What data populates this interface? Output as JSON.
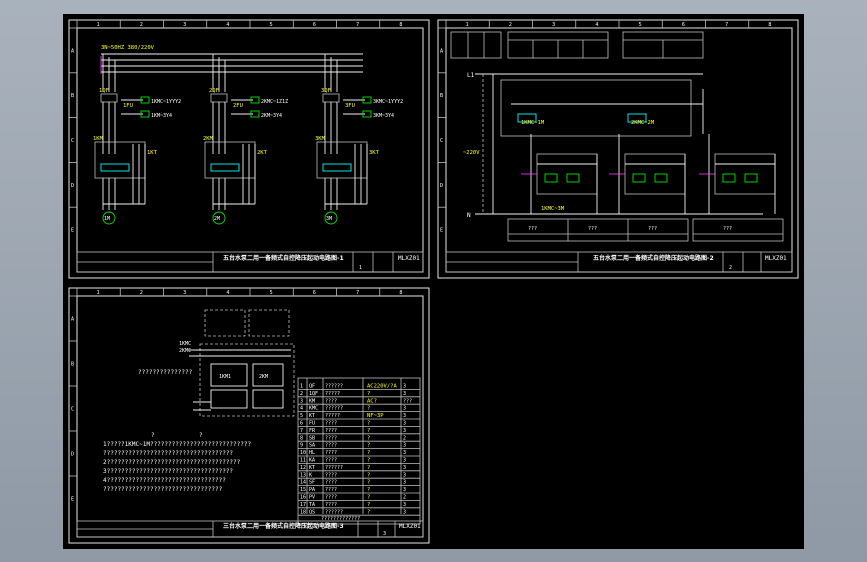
{
  "sheets": [
    {
      "id": "sheet-1",
      "title": "五台水泵二用一备频式自控降压起动电路图-1",
      "drawing_no": "MLXZ01",
      "page": "1",
      "supply_label": "3N~50HZ 380/220V",
      "zone_letters": [
        "A",
        "B",
        "C",
        "D",
        "E"
      ],
      "col_numbers": [
        "1",
        "2",
        "3",
        "4",
        "5",
        "6",
        "7",
        "8"
      ],
      "units": [
        {
          "qf": "1QF",
          "fuse": "1FU",
          "relay1": "1KMC~1YYY2",
          "relay2": "1KM~3Y4",
          "km": "1KM",
          "kt": "1KT",
          "motor": "1M"
        },
        {
          "qf": "2QF",
          "fuse": "2FU",
          "relay1": "2KMC~1Z1Z",
          "relay2": "2KM~3Y4",
          "km": "2KM",
          "kt": "2KT",
          "motor": "2M"
        },
        {
          "qf": "3QF",
          "fuse": "3FU",
          "relay1": "3KMC~1YYY2",
          "relay2": "3KM~3Y4",
          "km": "3KM",
          "kt": "3KT",
          "motor": "3M"
        }
      ]
    },
    {
      "id": "sheet-2",
      "title": "五台水泵二用一备频式自控降压起动电路图-2",
      "drawing_no": "MLXZ01",
      "page": "2",
      "voltage_label": "~220V",
      "line_label": "L1",
      "neutral_label": "N",
      "relay_labels": [
        "1KMC~1M",
        "2KMC~2M",
        "1KMC~3M"
      ],
      "footer_row": [
        "???",
        "???",
        "???",
        "???"
      ]
    },
    {
      "id": "sheet-3",
      "title": "三台水泵二用一备频式自控降压起动电路图-3",
      "drawing_no": "MLXZ01",
      "page": "3",
      "labels": [
        "1KMC",
        "2KMC",
        "1KM1",
        "2KM"
      ],
      "notes_heading_1": "?",
      "notes_heading_2": "?",
      "note_lines": [
        "1?????1KMC~1M????????????????????????????",
        "  ????????????????????????????????????",
        "2?????????????????????????????????????",
        "3???????????????????????????????????",
        "4?????????????????????????????????",
        "  ?????????????????????????????????"
      ],
      "left_note": "???????????????",
      "parts_rows": [
        [
          "1",
          "QF",
          "??????",
          "AC220V/?A",
          "3"
        ],
        [
          "2",
          "1QF",
          "?????",
          "?",
          "3"
        ],
        [
          "3",
          "KM",
          "????",
          "AC?",
          "???"
        ],
        [
          "4",
          "KMC",
          "??????",
          "?",
          "3"
        ],
        [
          "5",
          "KT",
          "?????",
          "NF~3P",
          "3"
        ],
        [
          "6",
          "FU",
          "????",
          "?",
          "3"
        ],
        [
          "7",
          "FR",
          "????",
          "?",
          "3"
        ],
        [
          "8",
          "SB",
          "????",
          "?",
          "2"
        ],
        [
          "9",
          "SA",
          "????",
          "?",
          "3"
        ],
        [
          "10",
          "HL",
          "????",
          "?",
          "3"
        ],
        [
          "11",
          "KA",
          "????",
          "?",
          "3"
        ],
        [
          "12",
          "KT",
          "??????",
          "?",
          "3"
        ],
        [
          "13",
          "K",
          "????",
          "?",
          "3"
        ],
        [
          "14",
          "SF",
          "????",
          "?",
          "3"
        ],
        [
          "15",
          "PA",
          "????",
          "?",
          "3"
        ],
        [
          "16",
          "PV",
          "????",
          "?",
          "2"
        ],
        [
          "17",
          "TA",
          "????",
          "?",
          "3"
        ],
        [
          "18",
          "QS",
          "??????",
          "?",
          "3"
        ]
      ],
      "parts_footer": "?????????????"
    }
  ]
}
